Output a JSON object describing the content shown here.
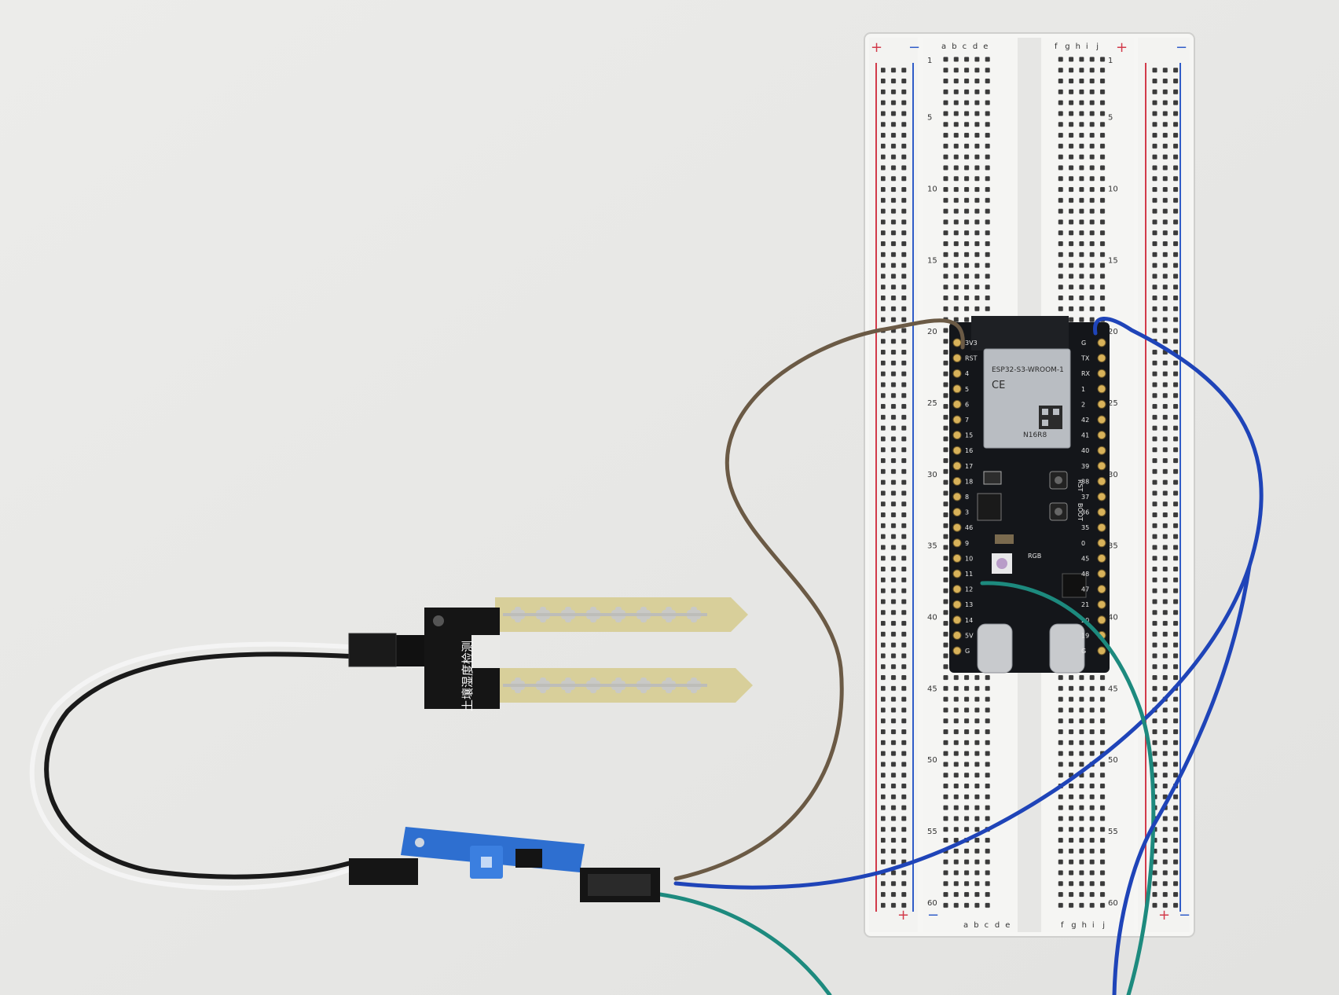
{
  "scene": {
    "background": "#e9e9e7"
  },
  "breadboard": {
    "columns_left": [
      "a",
      "b",
      "c",
      "d",
      "e"
    ],
    "columns_right": [
      "f",
      "g",
      "h",
      "i",
      "j"
    ],
    "row_numbers": [
      "1",
      "5",
      "10",
      "15",
      "20",
      "25",
      "30",
      "35",
      "40",
      "45",
      "50",
      "55",
      "60"
    ],
    "rail_plus": "+",
    "rail_minus": "−",
    "rail_red": "#d23a4a",
    "rail_blue": "#2f5cc8"
  },
  "esp32": {
    "module_label": "ESP32-S3-WROOM-1",
    "module_variant": "N16R8",
    "ce_mark": "CE",
    "button_rst": "RST",
    "button_boot": "BOOT",
    "rgb_label": "RGB",
    "left_pins": [
      "3V3",
      "RST",
      "4",
      "5",
      "6",
      "7",
      "15",
      "16",
      "17",
      "18",
      "8",
      "3",
      "46",
      "9",
      "10",
      "11",
      "12",
      "13",
      "14",
      "5V",
      "G"
    ],
    "right_pins": [
      "G",
      "TX",
      "RX",
      "1",
      "2",
      "42",
      "41",
      "40",
      "39",
      "38",
      "37",
      "36",
      "35",
      "0",
      "45",
      "48",
      "47",
      "21",
      "20",
      "19",
      "G"
    ],
    "board_color": "#14161a"
  },
  "soil_probe": {
    "label": "土壤湿度检测",
    "pcb_color": "#d8cf9a"
  },
  "comparator_module": {
    "pcb_color": "#2e6fd0",
    "pot_color": "#3b7fe0"
  },
  "wires": {
    "brown": "#6b5a45",
    "blue": "#1f44b8",
    "teal": "#1d8a7e",
    "white": "#f4f4f4",
    "black": "#1a1a1a"
  }
}
